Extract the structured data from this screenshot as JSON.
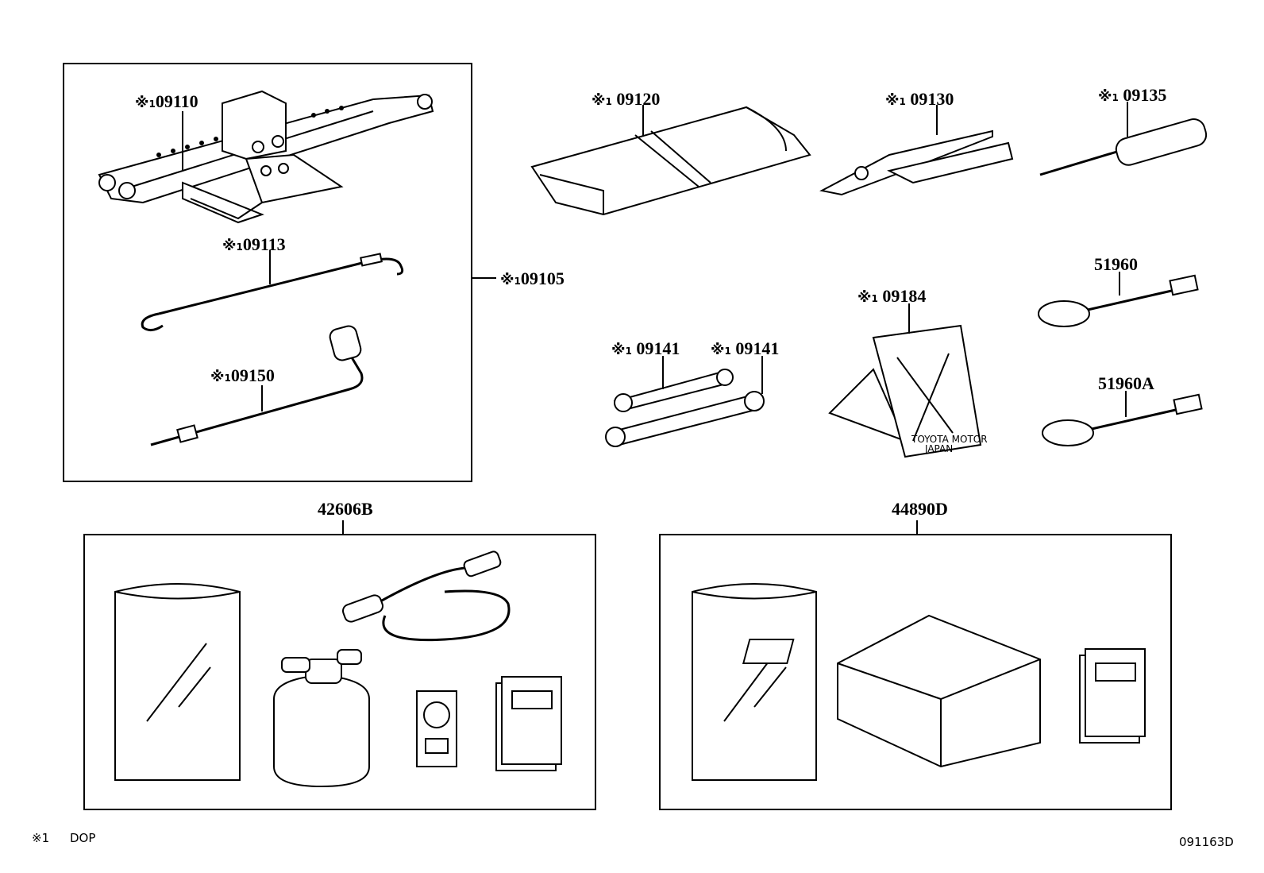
{
  "marker": "※",
  "marker_suffix": "1",
  "labels": {
    "jack": "09110",
    "jack_handle": "09113",
    "tool_set": "09105",
    "wrench_lug": "09150",
    "tool_bag": "09120",
    "pliers": "09130",
    "screwdriver": "09135",
    "spanner_a": "09141",
    "spanner_b": "09141",
    "chock": "09184",
    "tow_eye": "51960",
    "tow_eye_a": "51960A",
    "repair_kit": "42606B",
    "compressor_kit": "44890D"
  },
  "chock_text": [
    "TOYOTA MOTOR",
    "JAPAN"
  ],
  "footer": {
    "marker": "※1",
    "note": "DOP",
    "code": "091163D"
  }
}
